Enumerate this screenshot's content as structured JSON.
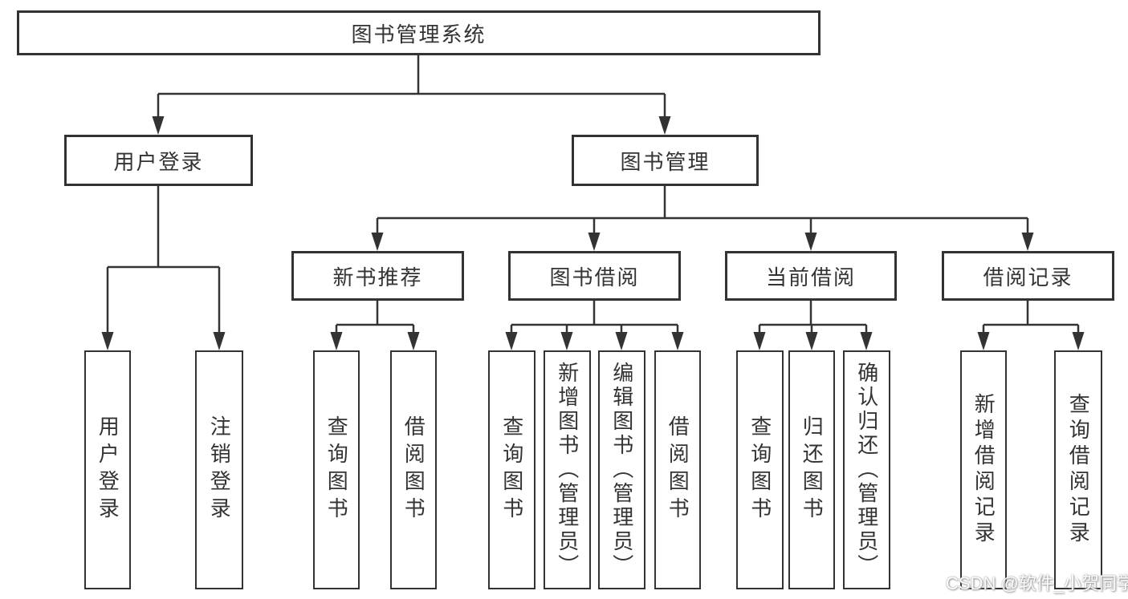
{
  "diagram": {
    "root": {
      "label": "图书管理系统"
    },
    "level2": [
      {
        "label": "用户登录"
      },
      {
        "label": "图书管理"
      }
    ],
    "level3": [
      {
        "label": "新书推荐",
        "parent": "图书管理"
      },
      {
        "label": "图书借阅",
        "parent": "图书管理"
      },
      {
        "label": "当前借阅",
        "parent": "图书管理"
      },
      {
        "label": "借阅记录",
        "parent": "图书管理"
      }
    ],
    "leaves": [
      {
        "label": "用户登录",
        "parent": "用户登录"
      },
      {
        "label": "注销登录",
        "parent": "用户登录"
      },
      {
        "label": "查询图书",
        "parent": "新书推荐"
      },
      {
        "label": "借阅图书",
        "parent": "新书推荐"
      },
      {
        "label": "查询图书",
        "parent": "图书借阅"
      },
      {
        "label": "新增图书（管理员）",
        "parent": "图书借阅"
      },
      {
        "label": "编辑图书（管理员）",
        "parent": "图书借阅"
      },
      {
        "label": "借阅图书",
        "parent": "图书借阅"
      },
      {
        "label": "查询图书",
        "parent": "当前借阅"
      },
      {
        "label": "归还图书",
        "parent": "当前借阅"
      },
      {
        "label": "确认归还（管理员）",
        "parent": "当前借阅"
      },
      {
        "label": "新增借阅记录",
        "parent": "借阅记录"
      },
      {
        "label": "查询借阅记录",
        "parent": "借阅记录"
      }
    ]
  },
  "watermark": {
    "text": "CSDN @软件_小贺同学"
  },
  "colors": {
    "line": "#333333",
    "text": "#333333",
    "background": "#ffffff",
    "watermark_text": "#ffffff"
  }
}
